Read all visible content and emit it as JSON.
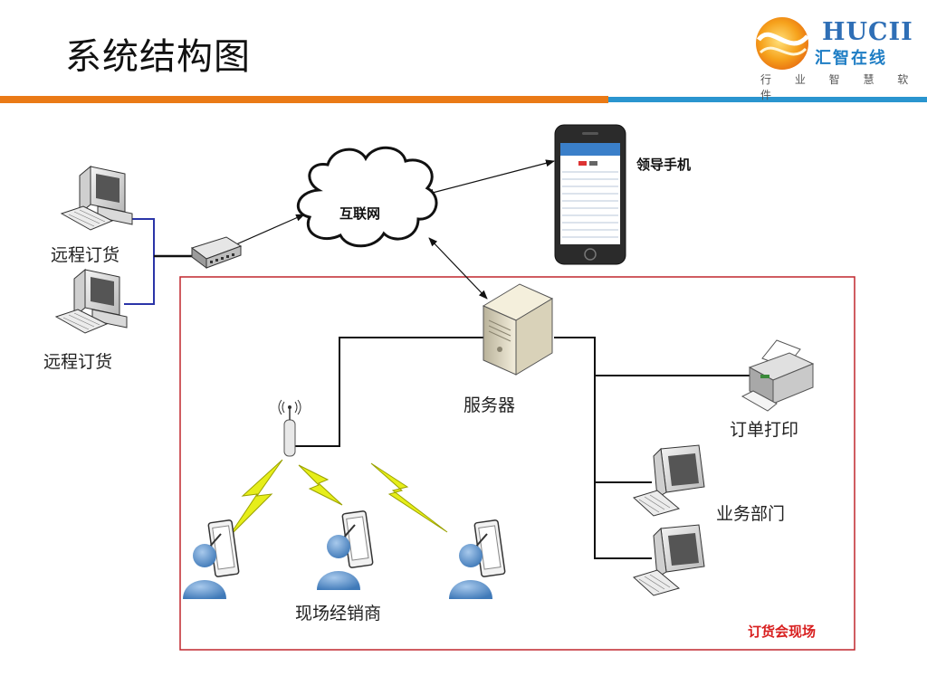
{
  "slide": {
    "title": "系统结构图"
  },
  "logo": {
    "brand": "HUCII",
    "name_cn": "汇智在线",
    "tagline": "行 业 智 慧 软 件"
  },
  "diagram": {
    "nodes": {
      "remote_order_1": "远程订货",
      "remote_order_2": "远程订货",
      "internet": "互联网",
      "leader_phone": "领导手机",
      "server": "服务器",
      "order_print": "订单打印",
      "business_dept": "业务部门",
      "field_dealers": "现场经销商",
      "venue": "订货会现场"
    }
  },
  "colors": {
    "title_bar_orange": "#ea7a16",
    "title_bar_blue": "#2a95cf",
    "venue_border": "#c0272d",
    "venue_label": "#d81e1e",
    "wire": "#1a1a1a",
    "lan_wire": "#2b35a8",
    "lightning": "#e6ee1a",
    "person": "#6b9fd0"
  }
}
